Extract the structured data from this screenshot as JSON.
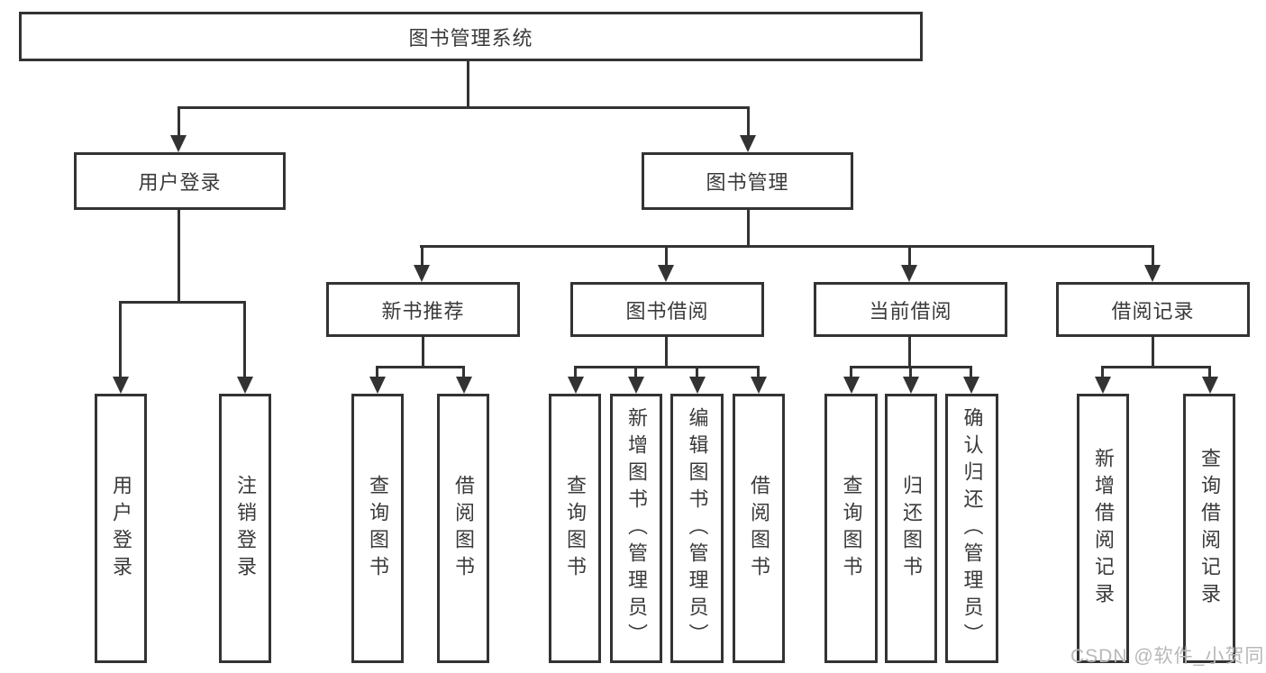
{
  "diagram": {
    "root": {
      "label": "图书管理系统"
    },
    "level2": [
      {
        "id": "user-login",
        "label": "用户登录"
      },
      {
        "id": "book-management",
        "label": "图书管理"
      }
    ],
    "level3": [
      {
        "id": "new-book-recommend",
        "label": "新书推荐"
      },
      {
        "id": "book-borrowing",
        "label": "图书借阅"
      },
      {
        "id": "current-borrowing",
        "label": "当前借阅"
      },
      {
        "id": "borrowing-records",
        "label": "借阅记录"
      }
    ],
    "leaves": [
      {
        "label": "用户登录"
      },
      {
        "label": "注销登录"
      },
      {
        "label": "查询图书"
      },
      {
        "label": "借阅图书"
      },
      {
        "label": "查询图书"
      },
      {
        "label": "新增图书（管理员）"
      },
      {
        "label": "编辑图书（管理员）"
      },
      {
        "label": "借阅图书"
      },
      {
        "label": "查询图书"
      },
      {
        "label": "归还图书"
      },
      {
        "label": "确认归还（管理员）"
      },
      {
        "label": "新增借阅记录"
      },
      {
        "label": "查询借阅记录"
      }
    ]
  },
  "watermark": {
    "text": "CSDN @软件_小贺同学"
  },
  "colors": {
    "line": "#333333",
    "text": "#3a3a3a",
    "background": "#ffffff",
    "watermark": "#b8b8b8"
  }
}
